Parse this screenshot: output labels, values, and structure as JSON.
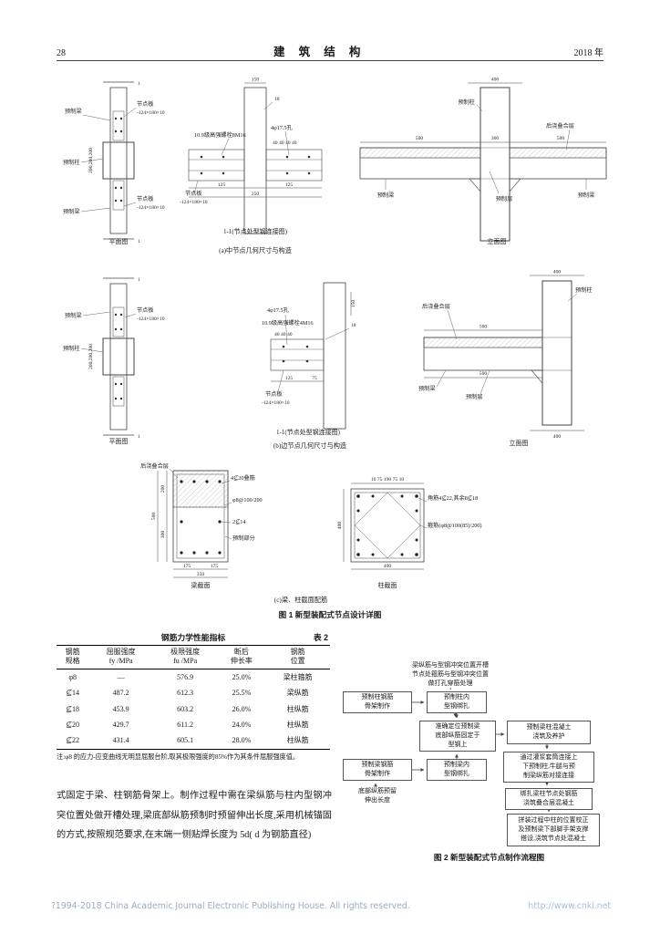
{
  "header": {
    "page_number": "28",
    "journal_title": "建 筑 结 构",
    "year": "2018 年"
  },
  "fig1": {
    "caption": "图 1  新型装配式节点设计详图",
    "a": {
      "title": "(a)中节点几何尺寸与构造",
      "plan": {
        "caption": "平面图",
        "dim_top": "200,200,200",
        "mark_top": "1",
        "mark_bottom": "1",
        "lbl_beam_top": "预制梁",
        "lbl_plate_top": "节点板",
        "lbl_plate_top_size": "-124×180×10",
        "lbl_column": "预制柱",
        "lbl_plate_bot": "节点板",
        "lbl_plate_bot_size": "-124×180×10",
        "lbl_beam_bot": "预制梁"
      },
      "section": {
        "caption": "1-1(节点处型钢连接图)",
        "dim_150": "150",
        "dim_18": "18",
        "dim_40s": "40 40 40 40",
        "lbl_holes": "4φ17.5孔",
        "lbl_bolts": "10.9级高强螺栓8M16",
        "lbl_plate": "节点板",
        "lbl_plate_size": "-124×180×10",
        "dim_125l": "125",
        "dim_125r": "125",
        "dim_250": "250"
      },
      "elevation": {
        "caption": "立面图",
        "dim_400": "400",
        "lbl_column": "预制柱",
        "lbl_topping": "后浇叠合层",
        "dim_500l": "500",
        "dim_300": "300",
        "dim_500r": "500",
        "lbl_beam_l": "预制梁",
        "lbl_precast_layer": "预制层",
        "lbl_beam_r": "预制梁"
      }
    },
    "b": {
      "title": "(b)边节点几何尺寸与构造",
      "plan": {
        "caption": "平面图",
        "dim_top": "200,200,200",
        "mark_top": "1",
        "mark_bottom": "1",
        "lbl_beam": "预制梁",
        "lbl_plate": "节点板",
        "lbl_plate_size": "-124×180×10",
        "lbl_column": "预制柱"
      },
      "section": {
        "caption": "1-1(节点处型钢连接图)",
        "dim_150": "150",
        "dim_18": "18",
        "dim_40s": "40 40 40",
        "lbl_holes": "4φ17.5孔",
        "lbl_bolts": "10.9级高强螺栓4M16",
        "lbl_plate": "节点板",
        "lbl_plate_size": "-124×180×10",
        "dim_125": "125",
        "dim_75": "75"
      },
      "elevation": {
        "caption": "立面图",
        "dim_400_top": "400",
        "lbl_topping": "后浇叠合层",
        "lbl_column": "预制柱",
        "dim_500a": "500",
        "dim_500b": "500",
        "lbl_beam": "预制梁",
        "lbl_precast_layer": "预制层",
        "dim_400_bot": "400"
      }
    },
    "c": {
      "title": "(c)梁、柱截面配筋",
      "beam": {
        "caption": "梁截面",
        "lbl_topping": "后浇叠合层",
        "lbl_top_bars": "4⊈20叠筋",
        "lbl_stirrup": "φ8@100/200",
        "lbl_mid_bars": "2⊈14",
        "lbl_precast": "预制部分",
        "dim_200": "200",
        "dim_300": "300",
        "dim_500": "500",
        "dim_175l": "175",
        "dim_175r": "175",
        "dim_350": "350"
      },
      "column": {
        "caption": "柱截面",
        "dim_top": "10 75 190 75 10",
        "lbl_corner_bars": "角筋4⊈22,其余8⊈18",
        "lbl_stirrup": "箍筋(φ8@100(85)/200)",
        "dim_left": "400",
        "dim_bottom": "400"
      }
    }
  },
  "table2": {
    "title": "钢筋力学性能指标",
    "label": "表 2",
    "headers": [
      {
        "l1": "钢筋",
        "l2": "规格"
      },
      {
        "l1": "屈服强度",
        "l2": "fy /MPa"
      },
      {
        "l1": "极限强度",
        "l2": "fu /MPa"
      },
      {
        "l1": "断后",
        "l2": "伸长率"
      },
      {
        "l1": "钢筋",
        "l2": "位置"
      }
    ],
    "rows": [
      [
        "φ8",
        "—",
        "576.9",
        "25.0%",
        "梁柱箍筋"
      ],
      [
        "⊈14",
        "487.2",
        "612.3",
        "25.5%",
        "梁纵筋"
      ],
      [
        "⊈18",
        "453.9",
        "603.2",
        "26.0%",
        "柱纵筋"
      ],
      [
        "⊈20",
        "429.7",
        "611.2",
        "24.0%",
        "柱纵筋"
      ],
      [
        "⊈22",
        "431.4",
        "605.1",
        "28.0%",
        "柱纵筋"
      ]
    ],
    "note": "注:φ8 的应力-应变曲线无明显屈服台阶,取其极限强度的85%作为其条件屈服强度值。"
  },
  "body_text": {
    "paragraph": "式固定于梁、柱钢筋骨架上。制作过程中需在梁纵筋与柱内型钢冲突位置处做开槽处理,梁底部纵筋预制时预留伸出长度,采用机械锚固的方式,按照规范要求,在末端一侧贴焊长度为 5d( d 为钢筋直径)"
  },
  "fig2": {
    "caption": "图 2  新型装配式节点制作流程图",
    "note_top": "梁纵筋与型钢冲突位置开槽\n节点处箍筋与型钢冲突位置\n做打孔穿筋处理",
    "box_col_cage": "预制柱钢筋\n骨架制作",
    "box_col_steel": "预制柱内\n型钢绑扎",
    "box_position": "准确定位预制梁\n底部纵筋固定于\n型钢上",
    "box_beam_cage": "预制梁钢筋\n骨架制作",
    "box_beam_steel": "预制梁内\n型钢绑扎",
    "note_bottom": "底部纵筋预留\n伸出长度",
    "box_cast": "预制梁柱混凝土\n浇筑及养护",
    "box_grout": "通过灌浆套筒连接上\n下预制柱,牛腿与预\n制梁纵筋对接连接",
    "box_tie": "绑扎梁柱节点处钢筋\n浇筑叠合层混凝土",
    "box_assemble": "拼装过程中柱的位置校正\n及预制梁下部脚手架支撑\n搭设,浇筑节点处混凝土"
  },
  "footer": {
    "copyright": "?1994-2018 China Academic Journal Electronic Publishing House. All rights reserved.",
    "url": "http://www.cnki.net"
  }
}
